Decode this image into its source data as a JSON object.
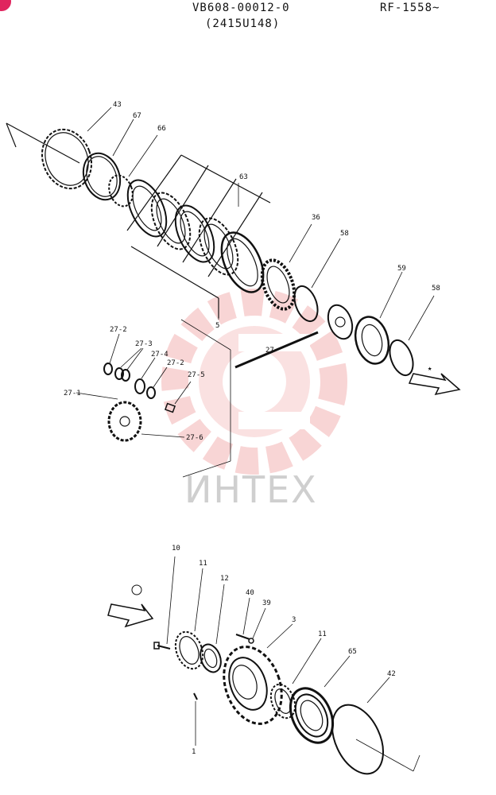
{
  "header": {
    "code": "VB608-00012-0",
    "subcode": "(2415U148)",
    "ref": "RF-1558~"
  },
  "watermark": {
    "text": "ИНТЕХ",
    "color": "#f3b3b3"
  },
  "corner_badge_color": "#e0245e",
  "callouts": {
    "c43": "43",
    "c67": "67",
    "c66": "66",
    "c63": "63",
    "c36": "36",
    "c58a": "58",
    "c59": "59",
    "c58b": "58",
    "c5": "5",
    "c27": "27",
    "c27_2a": "27-2",
    "c27_3": "27-3",
    "c27_4": "27-4",
    "c27_2b": "27-2",
    "c27_5": "27-5",
    "c27_1": "27-1",
    "c27_6": "27-6",
    "c10": "10",
    "c11a": "11",
    "c12": "12",
    "c40": "40",
    "c39": "39",
    "c3": "3",
    "c11b": "11",
    "c65": "65",
    "c42": "42",
    "c1": "1"
  }
}
